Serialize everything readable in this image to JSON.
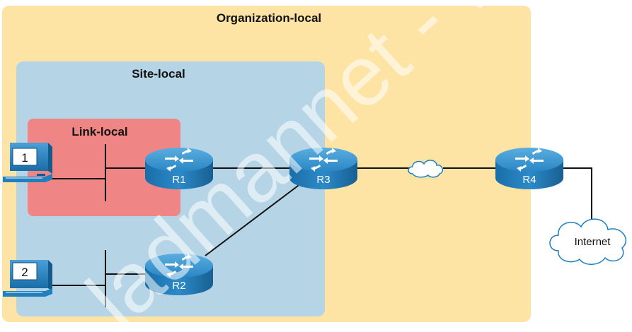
{
  "zones": {
    "organization": {
      "label": "Organization-local",
      "color": "#fde4a5"
    },
    "site": {
      "label": "Site-local",
      "color": "#b5d4e6"
    },
    "link": {
      "label": "Link-local",
      "color": "#ef8585"
    }
  },
  "hosts": [
    {
      "id": "pc1",
      "label": "1"
    },
    {
      "id": "pc2",
      "label": "2"
    }
  ],
  "routers": [
    {
      "id": "R1",
      "label": "R1"
    },
    {
      "id": "R2",
      "label": "R2"
    },
    {
      "id": "R3",
      "label": "R3"
    },
    {
      "id": "R4",
      "label": "R4"
    }
  ],
  "internet": {
    "label": "Internet"
  },
  "colors": {
    "router_body": "#1f7fbf",
    "router_top": "#2f8fcf",
    "link_line": "#111111",
    "cloud_fill": "#ffffff",
    "cloud_stroke": "#1f7fbf",
    "pc_body": "#1f7fbf",
    "pc_screen": "#ffffff"
  },
  "watermark": "ladmannet - world is cont"
}
